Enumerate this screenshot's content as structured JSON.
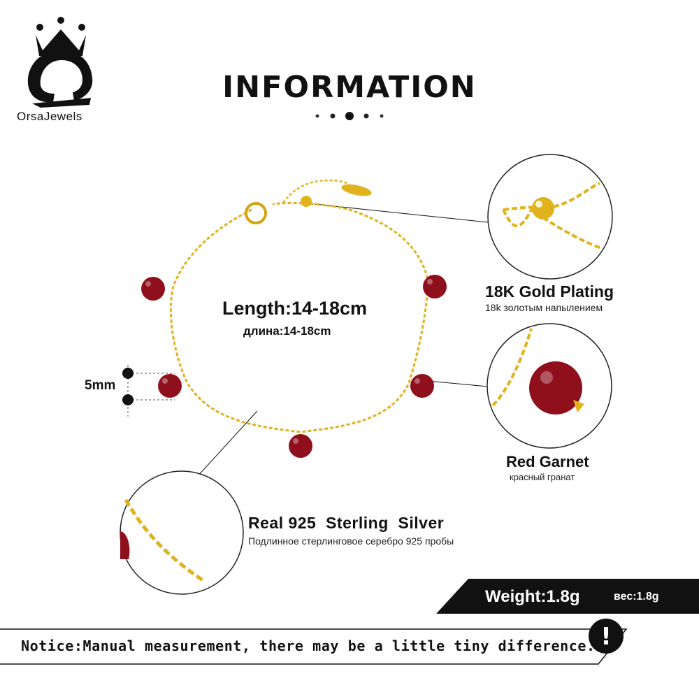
{
  "brand": {
    "name": "OrsaJewels"
  },
  "header": {
    "title": "INFORMATION"
  },
  "product": {
    "length_en": "Length:14-18cm",
    "length_ru": "длина:14-18cm",
    "bead_size": "5mm"
  },
  "callouts": {
    "gold": {
      "title": "18K Gold Plating",
      "subtitle": "18k золотым напылением"
    },
    "garnet": {
      "title": "Red Garnet",
      "subtitle": "красный гранат"
    },
    "silver": {
      "title": "Real 925  Sterling  Silver",
      "subtitle": "Подлинное стерлинговое серебро 925 пробы"
    }
  },
  "weight": {
    "en": "Weight:1.8g",
    "ru": "вес:1.8g"
  },
  "notice": {
    "text": "Notice:Manual measurement, there may be a little tiny difference.",
    "icon_glyph": "!"
  },
  "colors": {
    "gold": "#e0b21c",
    "garnet": "#8f0f1d",
    "dark": "#111111"
  }
}
